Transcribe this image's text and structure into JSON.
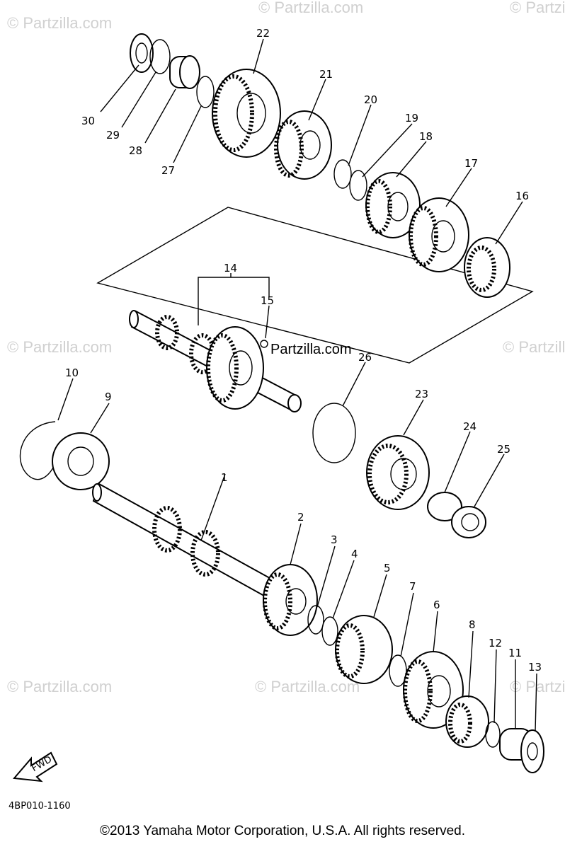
{
  "diagram": {
    "code": "4BP010-1160",
    "fwd_label": "FWD",
    "copyright": "©2013  Yamaha Motor Corporation, U.S.A. All rights reserved.",
    "watermarks": {
      "center": "Partzilla.com",
      "faded": "© Partzilla.com"
    },
    "callouts": [
      "1",
      "2",
      "3",
      "4",
      "5",
      "6",
      "7",
      "8",
      "9",
      "10",
      "11",
      "12",
      "13",
      "14",
      "15",
      "16",
      "17",
      "18",
      "19",
      "20",
      "21",
      "22",
      "23",
      "24",
      "25",
      "26",
      "27",
      "28",
      "29",
      "30"
    ]
  }
}
